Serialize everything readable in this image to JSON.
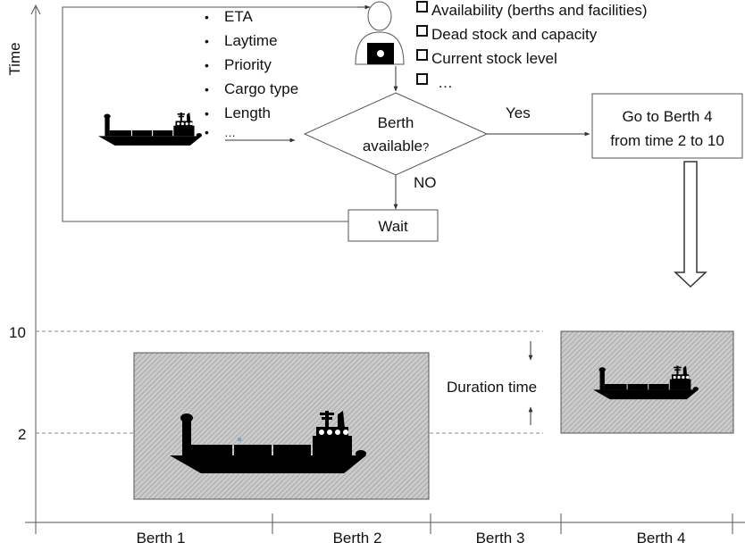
{
  "axes": {
    "y_label": "Time",
    "y_ticks": [
      "10",
      "2"
    ],
    "x_labels": [
      "Berth 1",
      "Berth 2",
      "Berth 3",
      "Berth 4"
    ]
  },
  "ship_attributes": [
    "ETA",
    "Laytime",
    "Priority",
    "Cargo type",
    "Length",
    "…"
  ],
  "checklist": [
    "Availability (berths and facilities)",
    "Dead stock and capacity",
    "Current stock level",
    "…"
  ],
  "decision": {
    "line1": "Berth",
    "line2": "available",
    "mark": "?"
  },
  "yes_label": "Yes",
  "no_label": "NO",
  "wait_label": "Wait",
  "result": {
    "line1": "Go to Berth 4",
    "line2": "from time 2 to 10"
  },
  "duration_label": "Duration time",
  "colors": {
    "line": "#444444",
    "box_border": "#555555",
    "hatch_bg": "#c8c8c8",
    "hatch_line": "#9a9a9a",
    "ship": "#000000"
  }
}
